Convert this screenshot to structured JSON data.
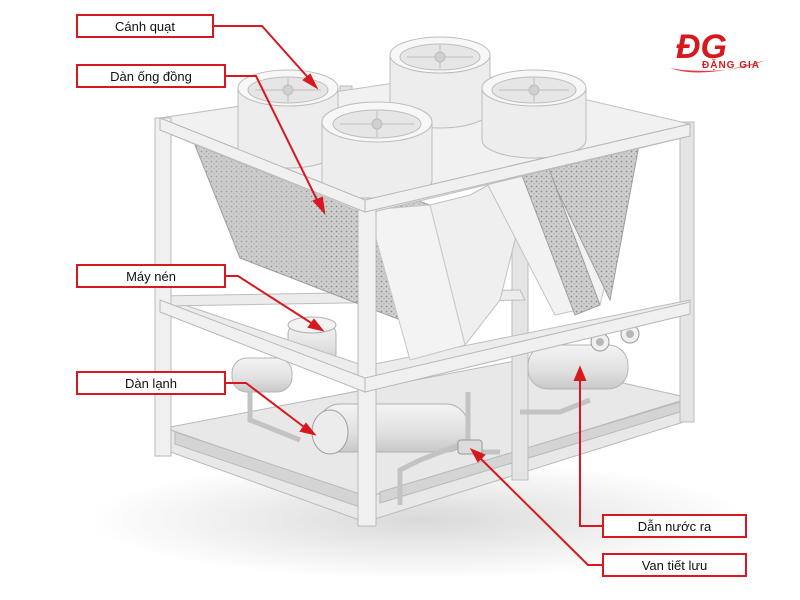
{
  "logo": {
    "monogram": "ĐG",
    "text": "ĐẶNG GIA",
    "color": "#d7191f"
  },
  "callouts": [
    {
      "id": "canh-quat",
      "label": "Cánh quạt"
    },
    {
      "id": "dan-ong-dong",
      "label": "Dàn ống đồng"
    },
    {
      "id": "may-nen",
      "label": "Máy nén"
    },
    {
      "id": "dan-lanh",
      "label": "Dàn lạnh"
    },
    {
      "id": "dan-nuoc-ra",
      "label": "Dẫn nước ra"
    },
    {
      "id": "van-tiet-luu",
      "label": "Van tiết lưu"
    }
  ],
  "colors": {
    "callout_border": "#d7191f",
    "leader_line": "#d7191f",
    "machine": "#e6e6e6"
  }
}
